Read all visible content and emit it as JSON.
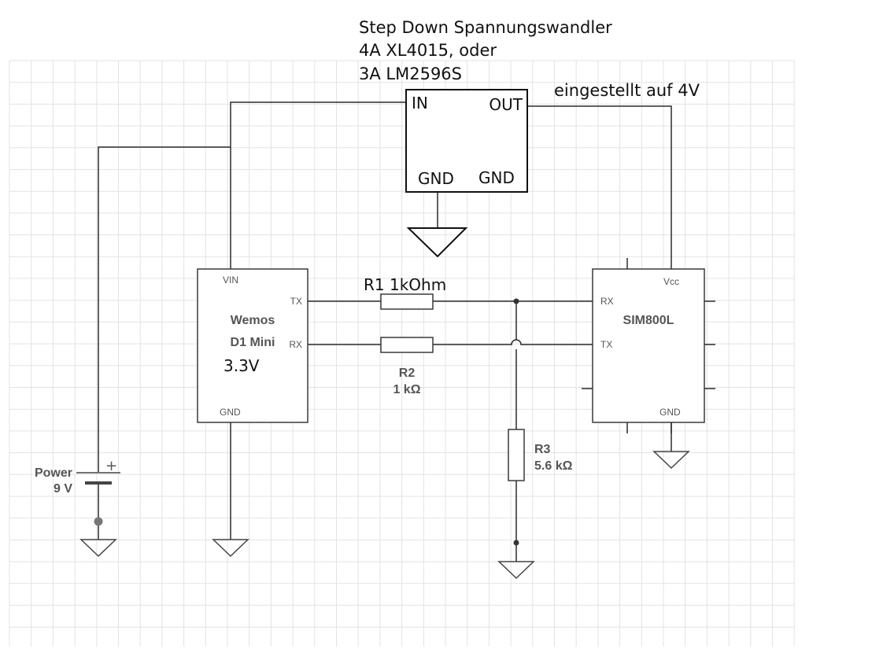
{
  "regulator": {
    "title_line1": "Step Down Spannungswandler",
    "title_line2": "4A XL4015, oder",
    "title_line3": "3A LM2596S",
    "pin_in": "IN",
    "pin_out": "OUT",
    "pin_gnd_left": "GND",
    "pin_gnd_right": "GND",
    "setting": "eingestellt auf 4V"
  },
  "wemos": {
    "name_line1": "Wemos",
    "name_line2": "D1 Mini",
    "voltage": "3.3V",
    "pin_vin": "VIN",
    "pin_tx": "TX",
    "pin_rx": "RX",
    "pin_gnd": "GND"
  },
  "sim800l": {
    "name": "SIM800L",
    "pin_vcc": "Vcc",
    "pin_rx": "RX",
    "pin_tx": "TX",
    "pin_gnd": "GND"
  },
  "resistors": {
    "r1_label": "R1 1kOhm",
    "r2_name": "R2",
    "r2_value": "1 kΩ",
    "r3_name": "R3",
    "r3_value": "5.6 kΩ"
  },
  "power": {
    "label": "Power",
    "voltage": "9 V",
    "plus": "+"
  }
}
